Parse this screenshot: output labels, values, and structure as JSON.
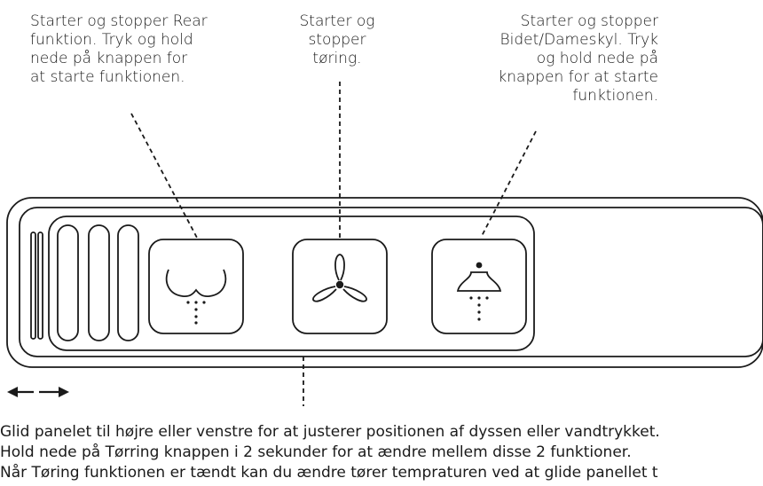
{
  "callouts": {
    "rear": [
      "Starter og stopper Rear",
      "funktion. Tryk og hold",
      "nede på knappen for",
      "at starte funktionen."
    ],
    "drying": [
      "Starter og",
      "stopper",
      "tøring."
    ],
    "bidet": [
      "Starter og stopper",
      "Bidet/Dameskyl. Tryk",
      "og hold nede på",
      "knappen for at starte",
      "funktionen."
    ]
  },
  "instructions": [
    "Glid panelet til højre eller venstre for at justerer positionen af dyssen eller vandtrykket.",
    "Hold nede på Tørring knappen i 2 sekunder for at ændre mellem disse 2 funktioner.",
    "Når Tøring funktionen er tændt kan du ændre tører tempraturen ved at glide panellet t"
  ],
  "icons": {
    "rear_button": "rear-wash-icon",
    "drying_button": "fan-icon",
    "bidet_button": "bidet-icon",
    "slide_arrows": "double-arrow-icon"
  }
}
